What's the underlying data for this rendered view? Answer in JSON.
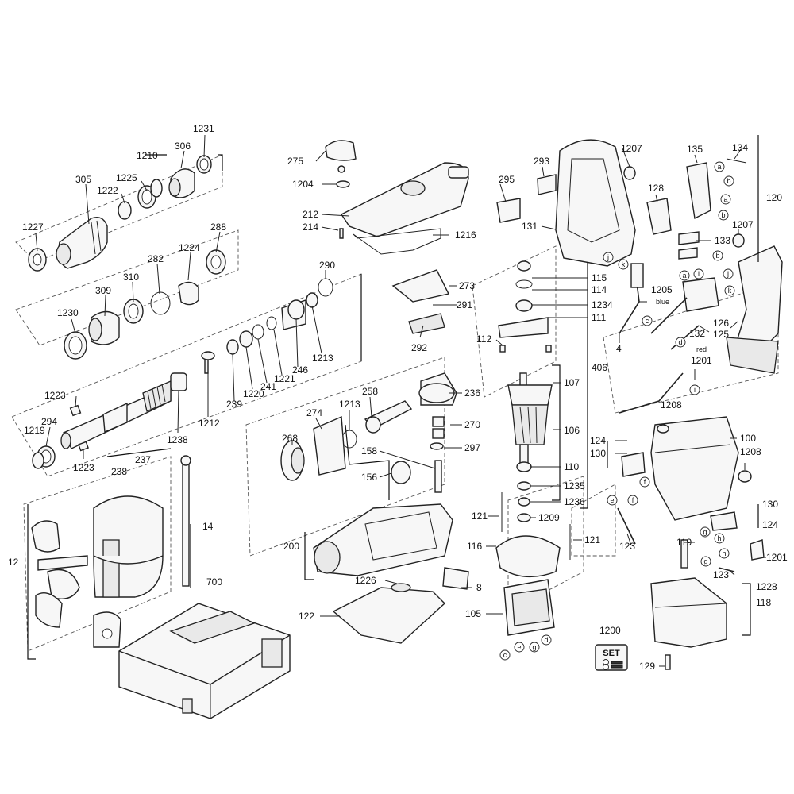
{
  "part_numbers": {
    "n1231": "1231",
    "n306": "306",
    "n1210": "1210",
    "n305": "305",
    "n1225": "1225",
    "n1222": "1222",
    "n1227": "1227",
    "n288": "288",
    "n1224": "1224",
    "n282": "282",
    "n310": "310",
    "n309": "309",
    "n1230": "1230",
    "n290": "290",
    "n1213a": "1213",
    "n246": "246",
    "n1221": "1221",
    "n241": "241",
    "n1220": "1220",
    "n239": "239",
    "n1212": "1212",
    "n1223a": "1223",
    "n294": "294",
    "n1219": "1219",
    "n1238": "1238",
    "n1223b": "1223",
    "n237": "237",
    "n238": "238",
    "n14": "14",
    "n12": "12",
    "n700": "700",
    "n275": "275",
    "n1204": "1204",
    "n212": "212",
    "n214": "214",
    "n1216": "1216",
    "n273": "273",
    "n291": "291",
    "n292": "292",
    "n258": "258",
    "n1213b": "1213",
    "n274": "274",
    "n268": "268",
    "n236": "236",
    "n270": "270",
    "n297": "297",
    "n158": "158",
    "n156": "156",
    "n200": "200",
    "n1226": "1226",
    "n8": "8",
    "n122": "122",
    "n293": "293",
    "n295": "295",
    "n131": "131",
    "n1207a": "1207",
    "n135": "135",
    "n134": "134",
    "n120": "120",
    "n128": "128",
    "n1207b": "1207",
    "n133": "133",
    "n115": "115",
    "n114": "114",
    "n1234": "1234",
    "n111": "111",
    "n112": "112",
    "n1205": "1205",
    "n4": "4",
    "n132": "132",
    "n126": "126",
    "n125": "125",
    "n107": "107",
    "n406": "406",
    "n106": "106",
    "n110": "110",
    "n1235": "1235",
    "n1236": "1236",
    "n1201a": "1201",
    "n1208a": "1208",
    "n100": "100",
    "n124a": "124",
    "n130a": "130",
    "n1208b": "1208",
    "n121a": "121",
    "n1209": "1209",
    "n116": "116",
    "n121b": "121",
    "n130b": "130",
    "n124b": "124",
    "n123a": "123",
    "n119": "119",
    "n1201b": "1201",
    "n123b": "123",
    "n1228": "1228",
    "n118": "118",
    "n105": "105",
    "n1200": "1200",
    "n129": "129"
  },
  "wire_letters": {
    "a1": "a",
    "b1": "b",
    "a2": "a",
    "b2": "b",
    "j1": "j",
    "k1": "k",
    "a3": "a",
    "i1": "i",
    "b3": "b",
    "j2": "j",
    "k2": "k",
    "c1": "c",
    "d1": "d",
    "i2": "i",
    "e1": "e",
    "f1": "f",
    "f2": "f",
    "g1": "g",
    "h1": "h",
    "g2": "g",
    "h2": "h",
    "c2": "c",
    "e2": "e",
    "g3": "g",
    "d2": "d"
  },
  "wire_colors": {
    "blue": "blue",
    "red": "red"
  },
  "set_label": "SET",
  "icons": [
    "kit-set-icon",
    "wrench-icon"
  ]
}
